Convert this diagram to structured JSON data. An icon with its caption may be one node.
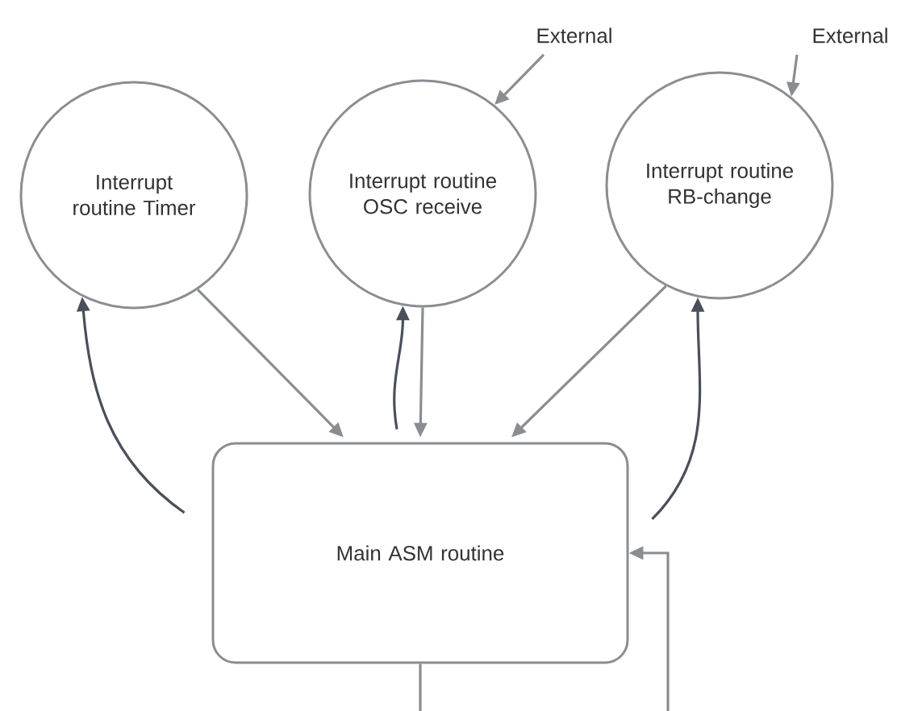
{
  "diagram": {
    "nodes": [
      {
        "text": [
          "Interrupt routine Timer"
        ]
      },
      {
        "text": [
          "Interrupt routine OSC receive"
        ]
      },
      {
        "text": [
          "Interrupt routine RB-change"
        ]
      },
      {
        "text": [
          "Main ASM routine"
        ]
      },
      {
        "text": [
          "External"
        ]
      },
      {
        "text": [
          "External"
        ]
      }
    ],
    "edges": [
      {
        "from": 4,
        "to": 1,
        "arrow": "to"
      },
      {
        "from": 5,
        "to": 2,
        "arrow": "to"
      },
      {
        "from": 0,
        "to": 3,
        "arrow": "to"
      },
      {
        "from": 1,
        "to": 3,
        "arrow": "to"
      },
      {
        "from": 2,
        "to": 3,
        "arrow": "to"
      },
      {
        "from": 3,
        "to": 0,
        "arrow": "to",
        "color": "#4a505a"
      },
      {
        "from": 3,
        "to": 1,
        "arrow": "to",
        "color": "#4a505a"
      },
      {
        "from": 3,
        "to": 2,
        "arrow": "to",
        "color": "#4a505a"
      },
      {
        "from": 3,
        "to": null,
        "arrow": "none"
      },
      {
        "from": null,
        "to": 3,
        "arrow": "to"
      }
    ]
  }
}
